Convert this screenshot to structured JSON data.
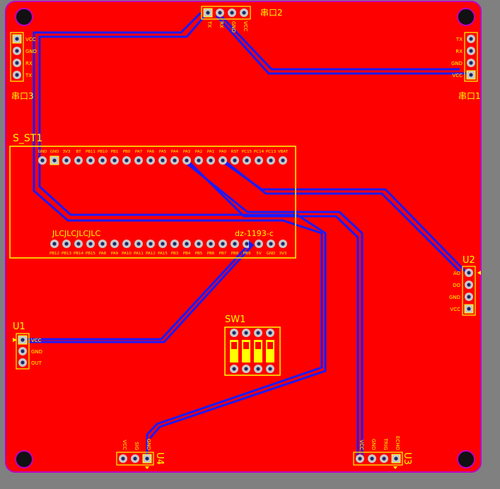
{
  "board": {
    "colors": {
      "copper": "#ff0000",
      "outline": "#c000c0",
      "silk": "#ffff00",
      "trace": "#1a1aff",
      "pad_ring": "#c8c8c8",
      "background": "#808080"
    }
  },
  "headers": {
    "uart2": {
      "ref": "串口2",
      "pins": [
        "TX",
        "RX",
        "GND",
        "VCC"
      ]
    },
    "uart1": {
      "ref": "串口1",
      "pins": [
        "TX",
        "RX",
        "GND",
        "VCC"
      ]
    },
    "uart3": {
      "ref": "串口3",
      "pins": [
        "VCC",
        "GND",
        "RX",
        "TX"
      ]
    },
    "u1": {
      "ref": "U1",
      "pins": [
        "VCC",
        "GND",
        "OUT"
      ]
    },
    "u2": {
      "ref": "U2",
      "pins": [
        "AO",
        "DO",
        "GND",
        "VCC"
      ]
    },
    "u3": {
      "ref": "U3",
      "pins": [
        "VCC",
        "GND",
        "TRIG",
        "ECHO"
      ]
    },
    "u4": {
      "ref": "U4",
      "pins": [
        "VCC",
        "SIG",
        "GND"
      ]
    }
  },
  "module": {
    "ref": "S_ST1",
    "silk_left": "JLCJLCJLCJLC",
    "silk_right": "dz-1193-c",
    "top_pins": [
      "GND",
      "GND",
      "3V3",
      "BT",
      "PB11",
      "PB10",
      "PB1",
      "PB0",
      "PA7",
      "PA6",
      "PA5",
      "PA4",
      "PA3",
      "PA2",
      "PA1",
      "PA0",
      "RST",
      "PC15",
      "PC14",
      "PC13",
      "VBAT"
    ],
    "bottom_pins": [
      "PB12",
      "PB13",
      "PB14",
      "PB15",
      "PA8",
      "PA9",
      "PA10",
      "PA11",
      "PA12",
      "PA15",
      "PB3",
      "PB4",
      "PB5",
      "PB6",
      "PB7",
      "PB8",
      "PB9",
      "5V",
      "GND",
      "3V3"
    ]
  },
  "switch": {
    "ref": "SW1",
    "positions": 4
  }
}
